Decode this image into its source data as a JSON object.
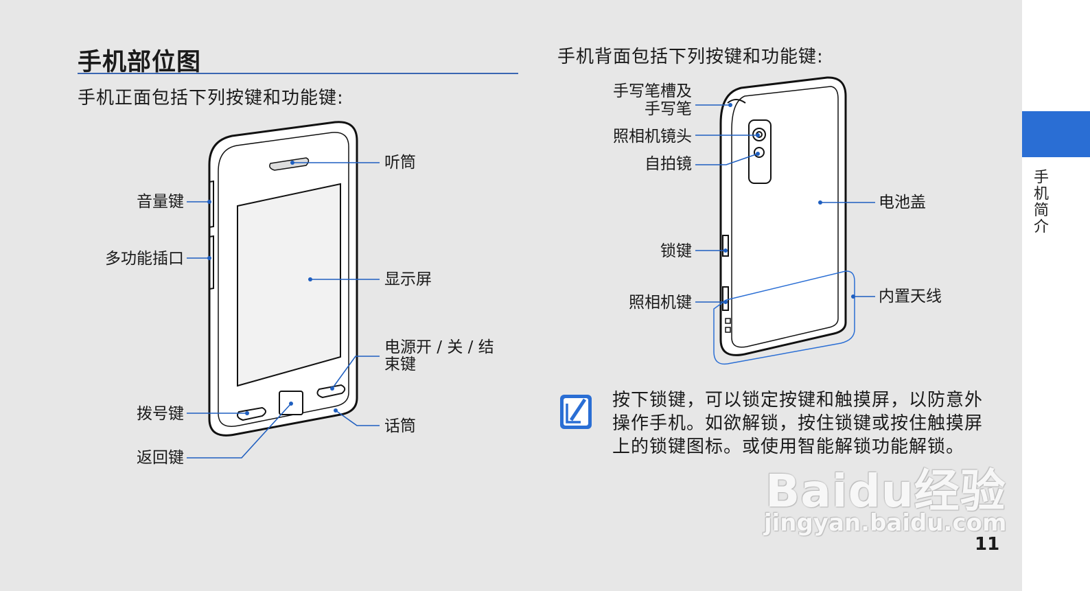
{
  "page": {
    "title": "手机部位图",
    "front_intro": "手机正面包括下列按键和功能键:",
    "back_intro": "手机背面包括下列按键和功能键:",
    "page_number": "11",
    "section_tab": "手机简介"
  },
  "front_labels": {
    "earpiece": "听筒",
    "volume": "音量键",
    "multi_jack": "多功能插口",
    "display": "显示屏",
    "power_line1": "电源开 / 关 / 结",
    "power_line2": "束键",
    "dial": "拨号键",
    "mic": "话筒",
    "back_key": "返回键"
  },
  "back_labels": {
    "stylus_line1": "手写笔槽及",
    "stylus_line2": "手写笔",
    "camera_lens": "照相机镜头",
    "mirror": "自拍镜",
    "battery_cover": "电池盖",
    "lock_key": "锁键",
    "camera_key": "照相机键",
    "antenna": "内置天线"
  },
  "note": {
    "icon": "note-pencil-icon",
    "text": "按下锁键，可以锁定按键和触摸屏，以防意外操作手机。如欲解锁，按住锁键或按住触摸屏上的锁键图标。或使用智能解锁功能解锁。"
  },
  "watermark": {
    "brand": "Baidu经验",
    "url": "jingyan.baidu.com"
  },
  "colors": {
    "accent": "#2a6ed4",
    "rule": "#3a66b2",
    "leader": "#1f5fc0"
  }
}
